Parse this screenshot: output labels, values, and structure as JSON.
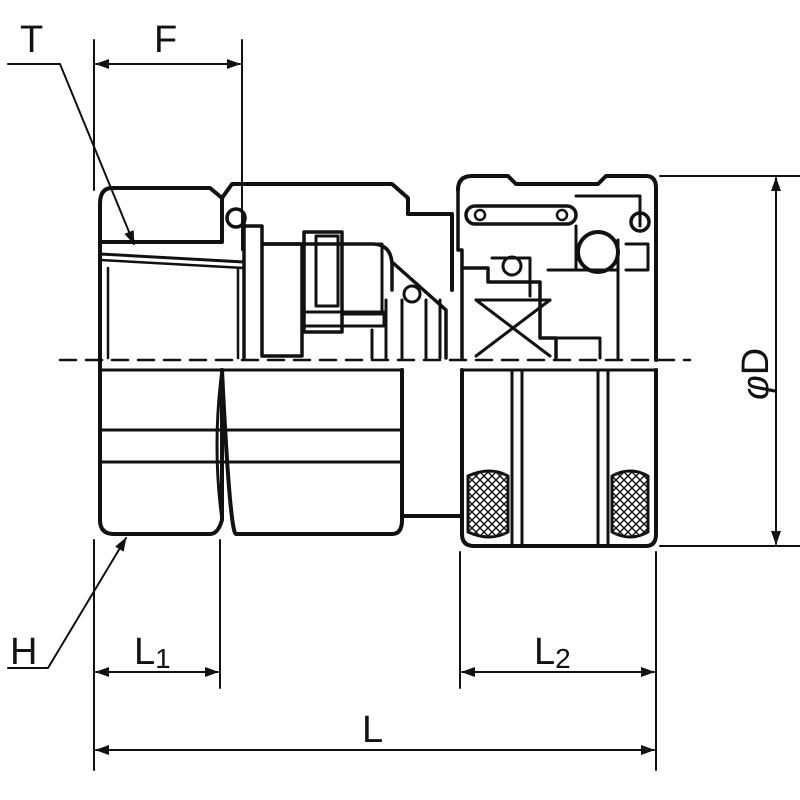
{
  "labels": {
    "T": "T",
    "F": "F",
    "H": "H",
    "L1_main": "L",
    "L1_sub": "1",
    "L2_main": "L",
    "L2_sub": "2",
    "L": "L",
    "D_phi": "φ",
    "D_letter": "D"
  },
  "colors": {
    "line": "#111111",
    "background": "#ffffff"
  }
}
